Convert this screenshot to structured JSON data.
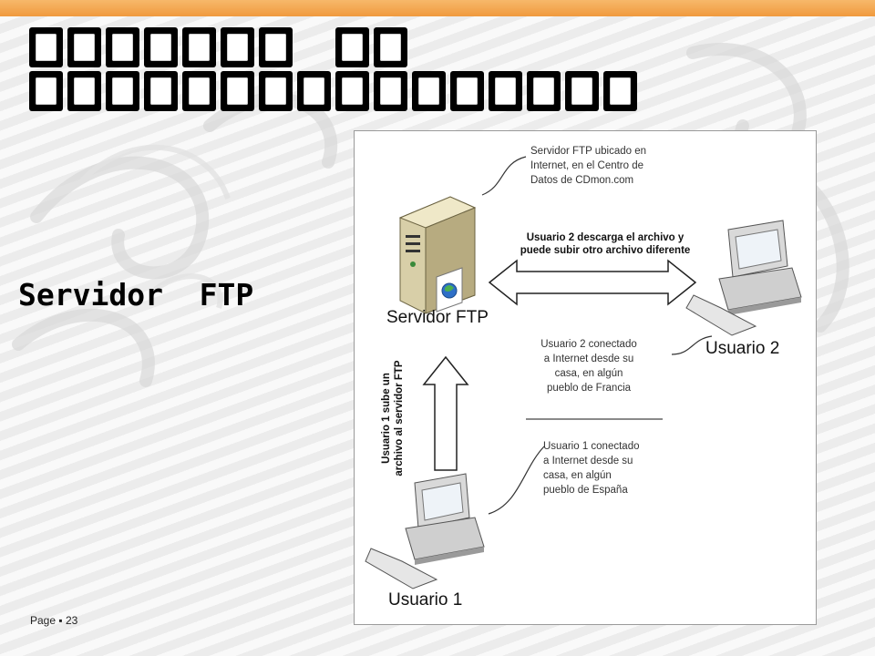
{
  "slide": {
    "subtitle": "Servidor  FTP",
    "footer": "Page ▪ 23"
  },
  "diagram": {
    "server_note": [
      "Servidor FTP ubicado en",
      "Internet, en el Centro de",
      "Datos de CDmon.com"
    ],
    "download_label": [
      "Usuario 2 descarga el archivo y",
      "puede subir otro archivo diferente"
    ],
    "server_label": "Servidor FTP",
    "user2_note": [
      "Usuario 2 conectado",
      "a Internet desde su",
      "casa, en algún",
      "pueblo de Francia"
    ],
    "user2_label": "Usuario 2",
    "upload_label": [
      "Usuario 1 sube un",
      "archivo al servidor FTP"
    ],
    "user1_note": [
      "Usuario 1 conectado",
      "a Internet desde su",
      "casa, en algún",
      "pueblo de España"
    ],
    "user1_label": "Usuario 1"
  }
}
